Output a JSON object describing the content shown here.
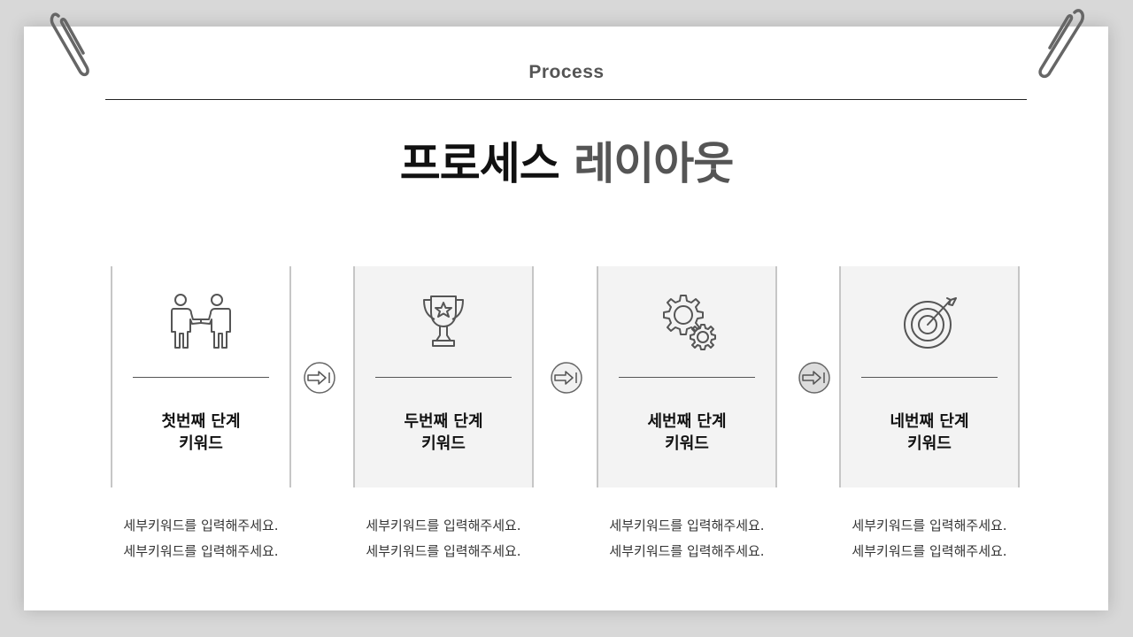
{
  "header": {
    "eyebrow": "Process",
    "title_dark": "프로세스",
    "title_gray": "레이아웃"
  },
  "steps": [
    {
      "line1": "첫번째 단계",
      "line2": "키워드",
      "icon": "handshake-icon",
      "desc1": "세부키워드를 입력해주세요.",
      "desc2": "세부키워드를 입력해주세요."
    },
    {
      "line1": "두번째 단계",
      "line2": "키워드",
      "icon": "trophy-icon",
      "desc1": "세부키워드를 입력해주세요.",
      "desc2": "세부키워드를 입력해주세요."
    },
    {
      "line1": "세번째 단계",
      "line2": "키워드",
      "icon": "gears-icon",
      "desc1": "세부키워드를 입력해주세요.",
      "desc2": "세부키워드를 입력해주세요."
    },
    {
      "line1": "네번째 단계",
      "line2": "키워드",
      "icon": "target-icon",
      "desc1": "세부키워드를 입력해주세요.",
      "desc2": "세부키워드를 입력해주세요."
    }
  ],
  "arrows": [
    {
      "icon": "arrow-right-icon",
      "fill": "#ffffff"
    },
    {
      "icon": "arrow-right-icon",
      "fill": "#f1f1f1"
    },
    {
      "icon": "arrow-right-icon",
      "fill": "#dcdcdc"
    }
  ],
  "colors": {
    "background": "#d8d8d8",
    "slide": "#ffffff",
    "card_gray": "#f3f3f3",
    "title_dark": "#111111",
    "title_gray": "#555555",
    "icon_stroke": "#555555"
  }
}
